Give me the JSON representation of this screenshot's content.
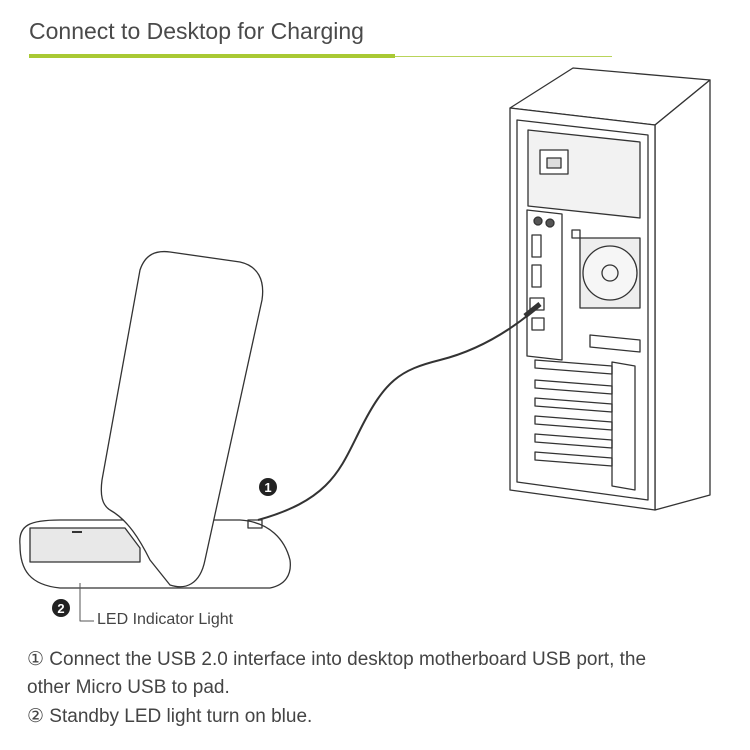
{
  "title": "Connect to Desktop for Charging",
  "accent_color": "#a9c934",
  "markers": {
    "one": "1",
    "two": "2"
  },
  "led_label": "LED Indicator Light",
  "notes": {
    "line1": "① Connect the USB 2.0 interface into desktop motherboard  USB port, the",
    "line2": "other Micro USB to pad.",
    "line3": "② Standby LED light turn on blue."
  }
}
